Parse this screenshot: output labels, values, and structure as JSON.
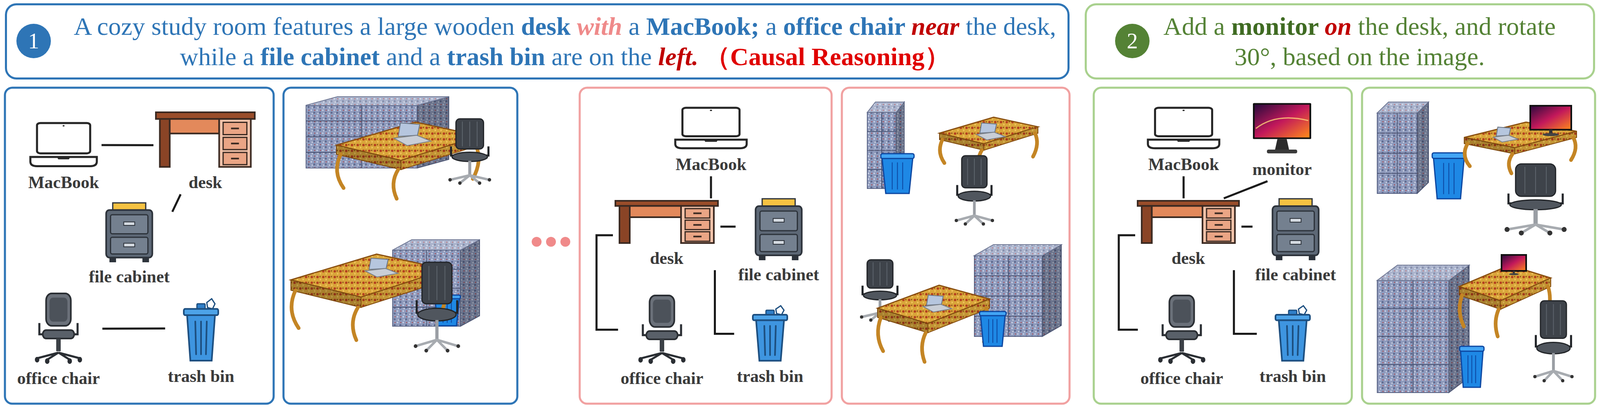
{
  "diagram": {
    "nodes": [
      {
        "text": [
          "A cozy study room features a large wooden desk with a MacBook; a office chair near the desk, while a file cabinet and a trash bin are on the left. （Causal Reasoning）"
        ]
      },
      {
        "text": [
          "1"
        ],
        "in": 0
      },
      {
        "text": [
          "Add a monitor on the desk, and rotate 30°, based on the image."
        ]
      },
      {
        "text": [
          "2"
        ],
        "in": 2
      },
      {
        "text": [
          "MacBook"
        ]
      },
      {
        "text": [
          "desk"
        ]
      },
      {
        "text": [
          "file cabinet"
        ]
      },
      {
        "text": [
          "office chair"
        ]
      },
      {
        "text": [
          "trash bin"
        ]
      },
      {
        "text": [
          "MacBook"
        ]
      },
      {
        "text": [
          "desk"
        ]
      },
      {
        "text": [
          "file cabinet"
        ]
      },
      {
        "text": [
          "office chair"
        ]
      },
      {
        "text": [
          "trash bin"
        ]
      },
      {
        "text": [
          "MacBook"
        ]
      },
      {
        "text": [
          "monitor"
        ]
      },
      {
        "text": [
          "desk"
        ]
      },
      {
        "text": [
          "file cabinet"
        ]
      },
      {
        "text": [
          "office chair"
        ]
      },
      {
        "text": [
          "trash bin"
        ]
      }
    ],
    "edges": [
      {
        "from": 4,
        "to": 5,
        "arrow": "none"
      },
      {
        "from": 6,
        "to": 5,
        "arrow": "none"
      },
      {
        "from": 7,
        "to": 8,
        "arrow": "none"
      },
      {
        "from": 9,
        "to": 10,
        "arrow": "none"
      },
      {
        "from": 10,
        "to": 11,
        "arrow": "none"
      },
      {
        "from": 10,
        "to": 12,
        "arrow": "none"
      },
      {
        "from": 10,
        "to": 13,
        "arrow": "none"
      },
      {
        "from": 14,
        "to": 16,
        "arrow": "none"
      },
      {
        "from": 15,
        "to": 16,
        "arrow": "none"
      },
      {
        "from": 16,
        "to": 17,
        "arrow": "none"
      },
      {
        "from": 16,
        "to": 18,
        "arrow": "none"
      },
      {
        "from": 16,
        "to": 19,
        "arrow": "none"
      }
    ]
  }
}
